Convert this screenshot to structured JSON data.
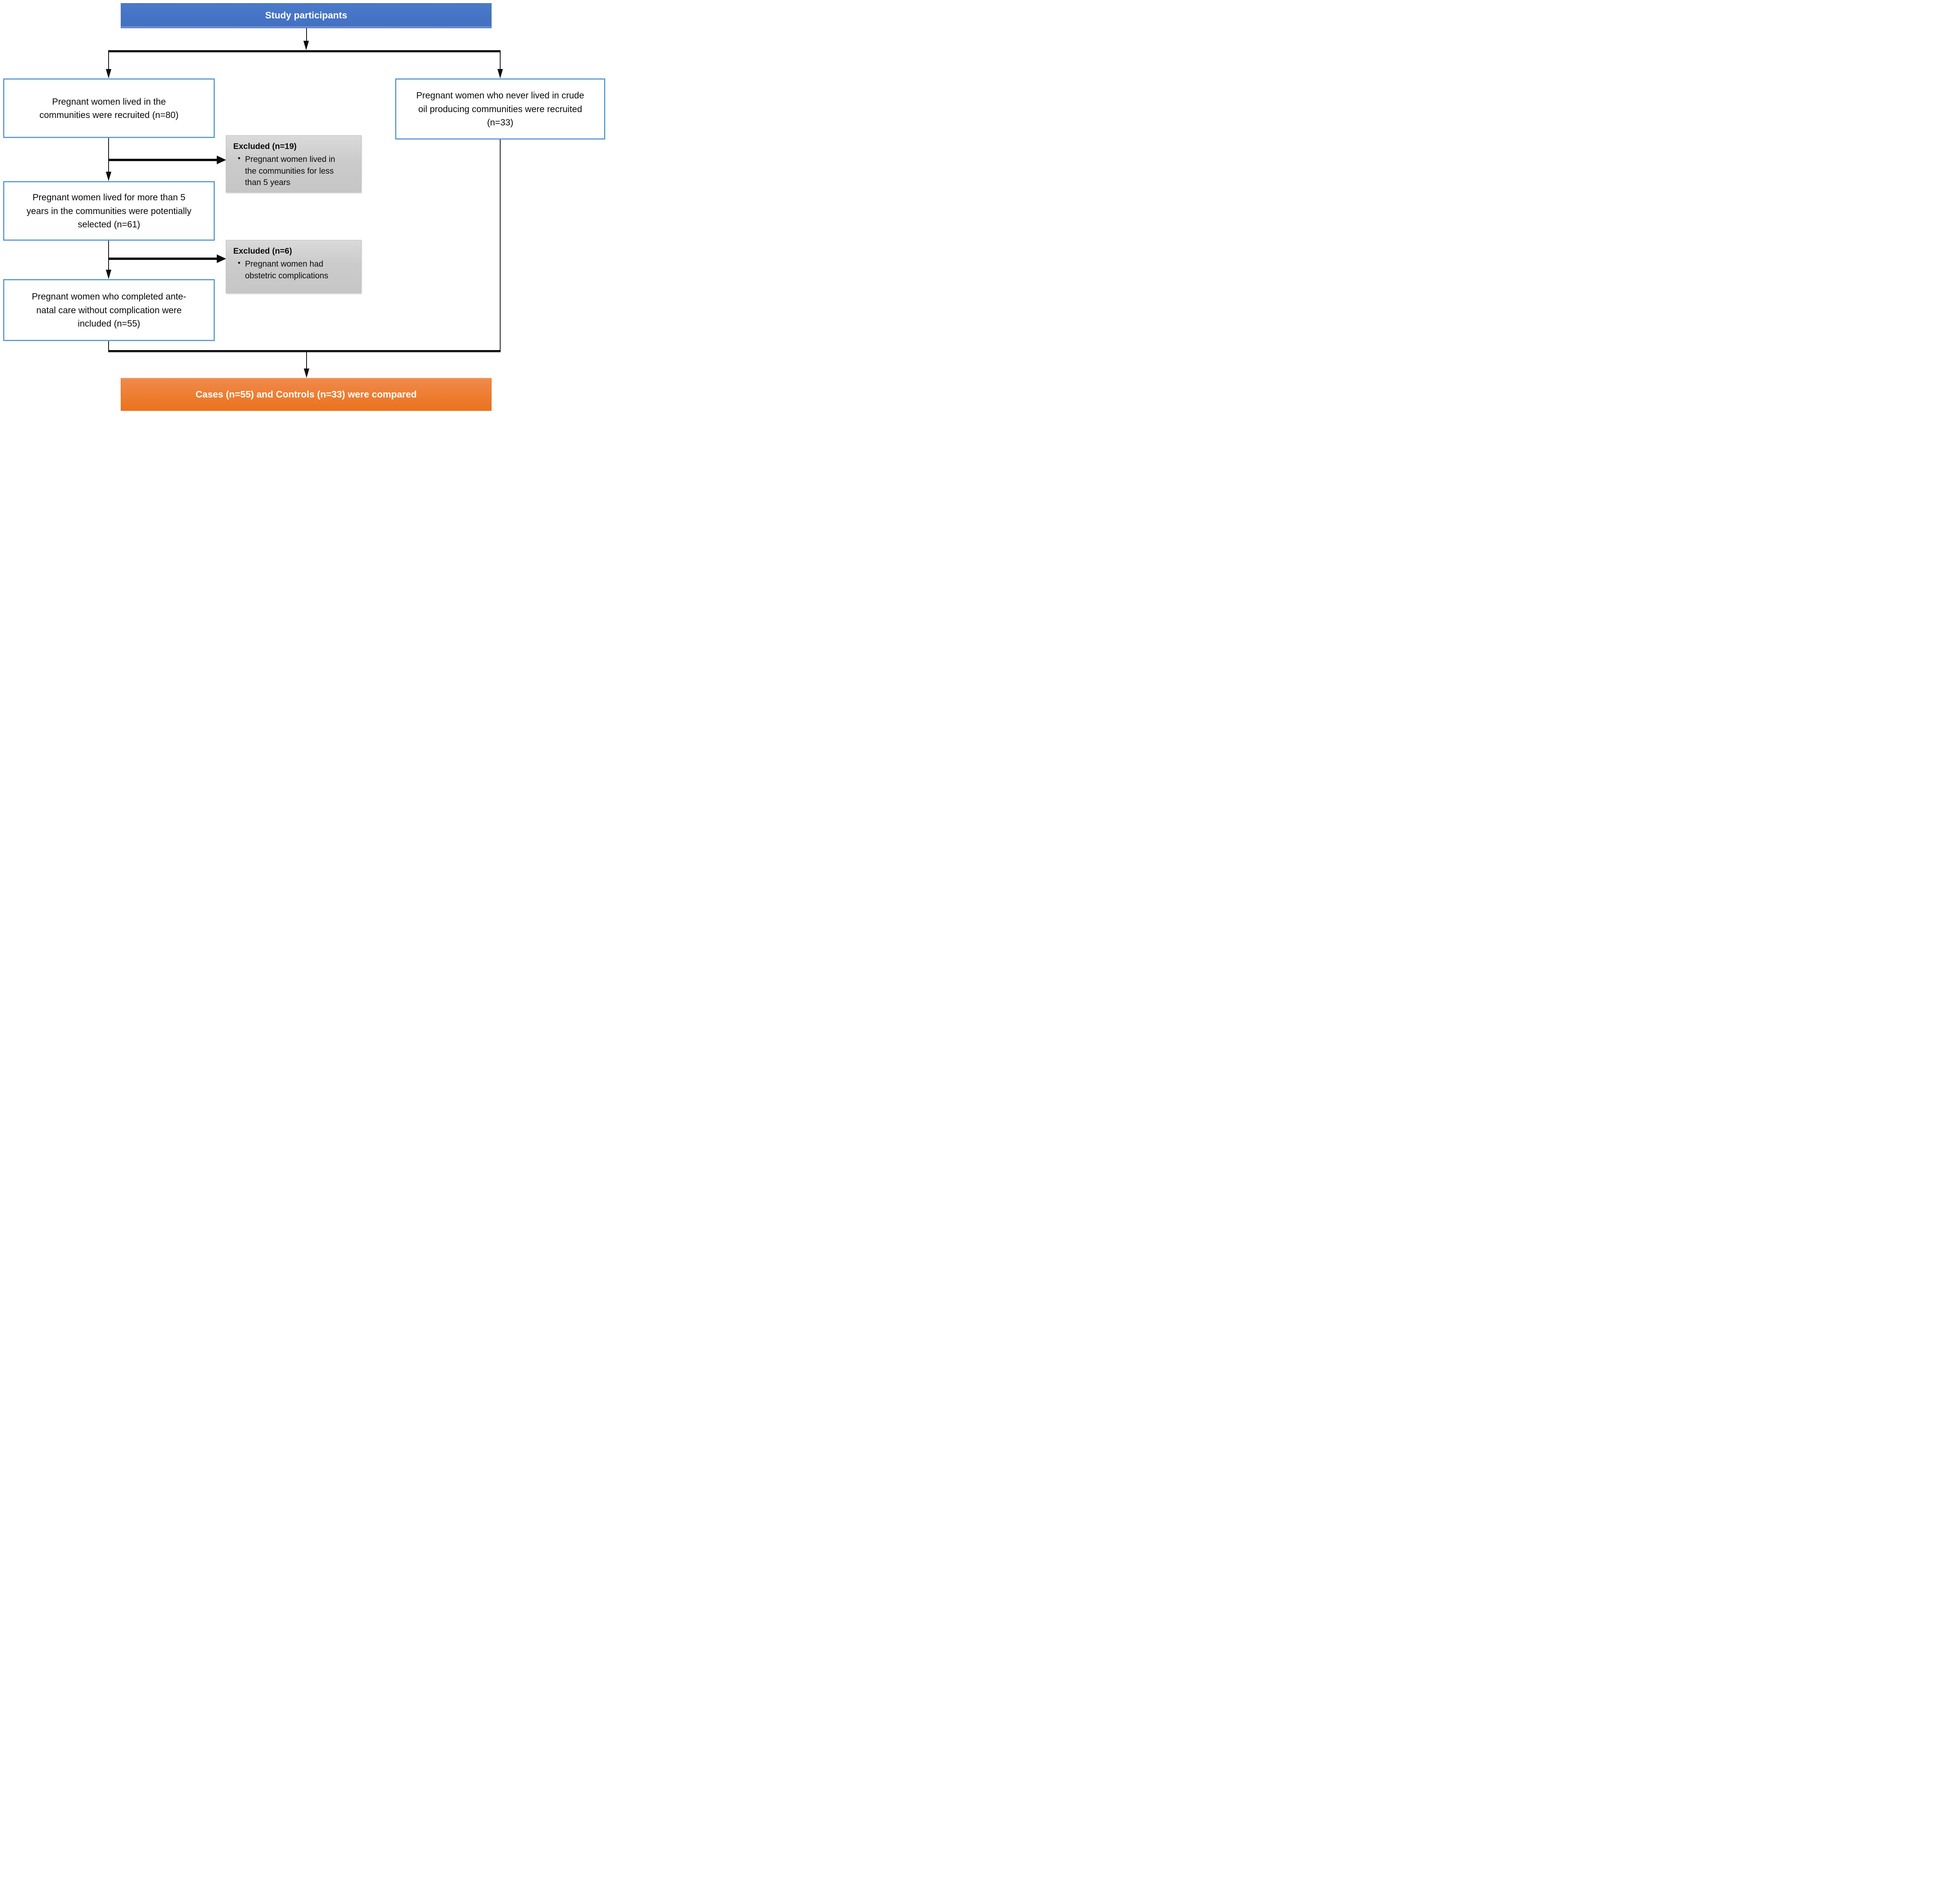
{
  "flowchart": {
    "header": "Study participants",
    "cases_arm": {
      "recruited": "Pregnant women lived in the communities were recruited (n=80)",
      "excluded1": {
        "heading": "Excluded (n=19)",
        "item": "Pregnant women lived in the communities for less than 5 years"
      },
      "selected": "Pregnant women lived for more than 5 years in the communities were potentially selected (n=61)",
      "excluded2": {
        "heading": "Excluded (n=6)",
        "item": "Pregnant women had obstetric complications"
      },
      "included": "Pregnant women who completed ante-natal care without complication were included (n=55)"
    },
    "controls_arm": {
      "recruited": "Pregnant women who never lived in crude oil producing communities were recruited (n=33)"
    },
    "result": "Cases (n=55) and Controls (n=33) were compared",
    "bullet_char": "•",
    "colors": {
      "header_fill": "#4472C4",
      "result_fill": "#ED7D31",
      "excluded_fill": "#C9C9C9",
      "white_box_border": "#5B9BD5",
      "connector": "#000000",
      "header_text": "#FFFFFF",
      "result_text": "#FFFFFF"
    }
  }
}
